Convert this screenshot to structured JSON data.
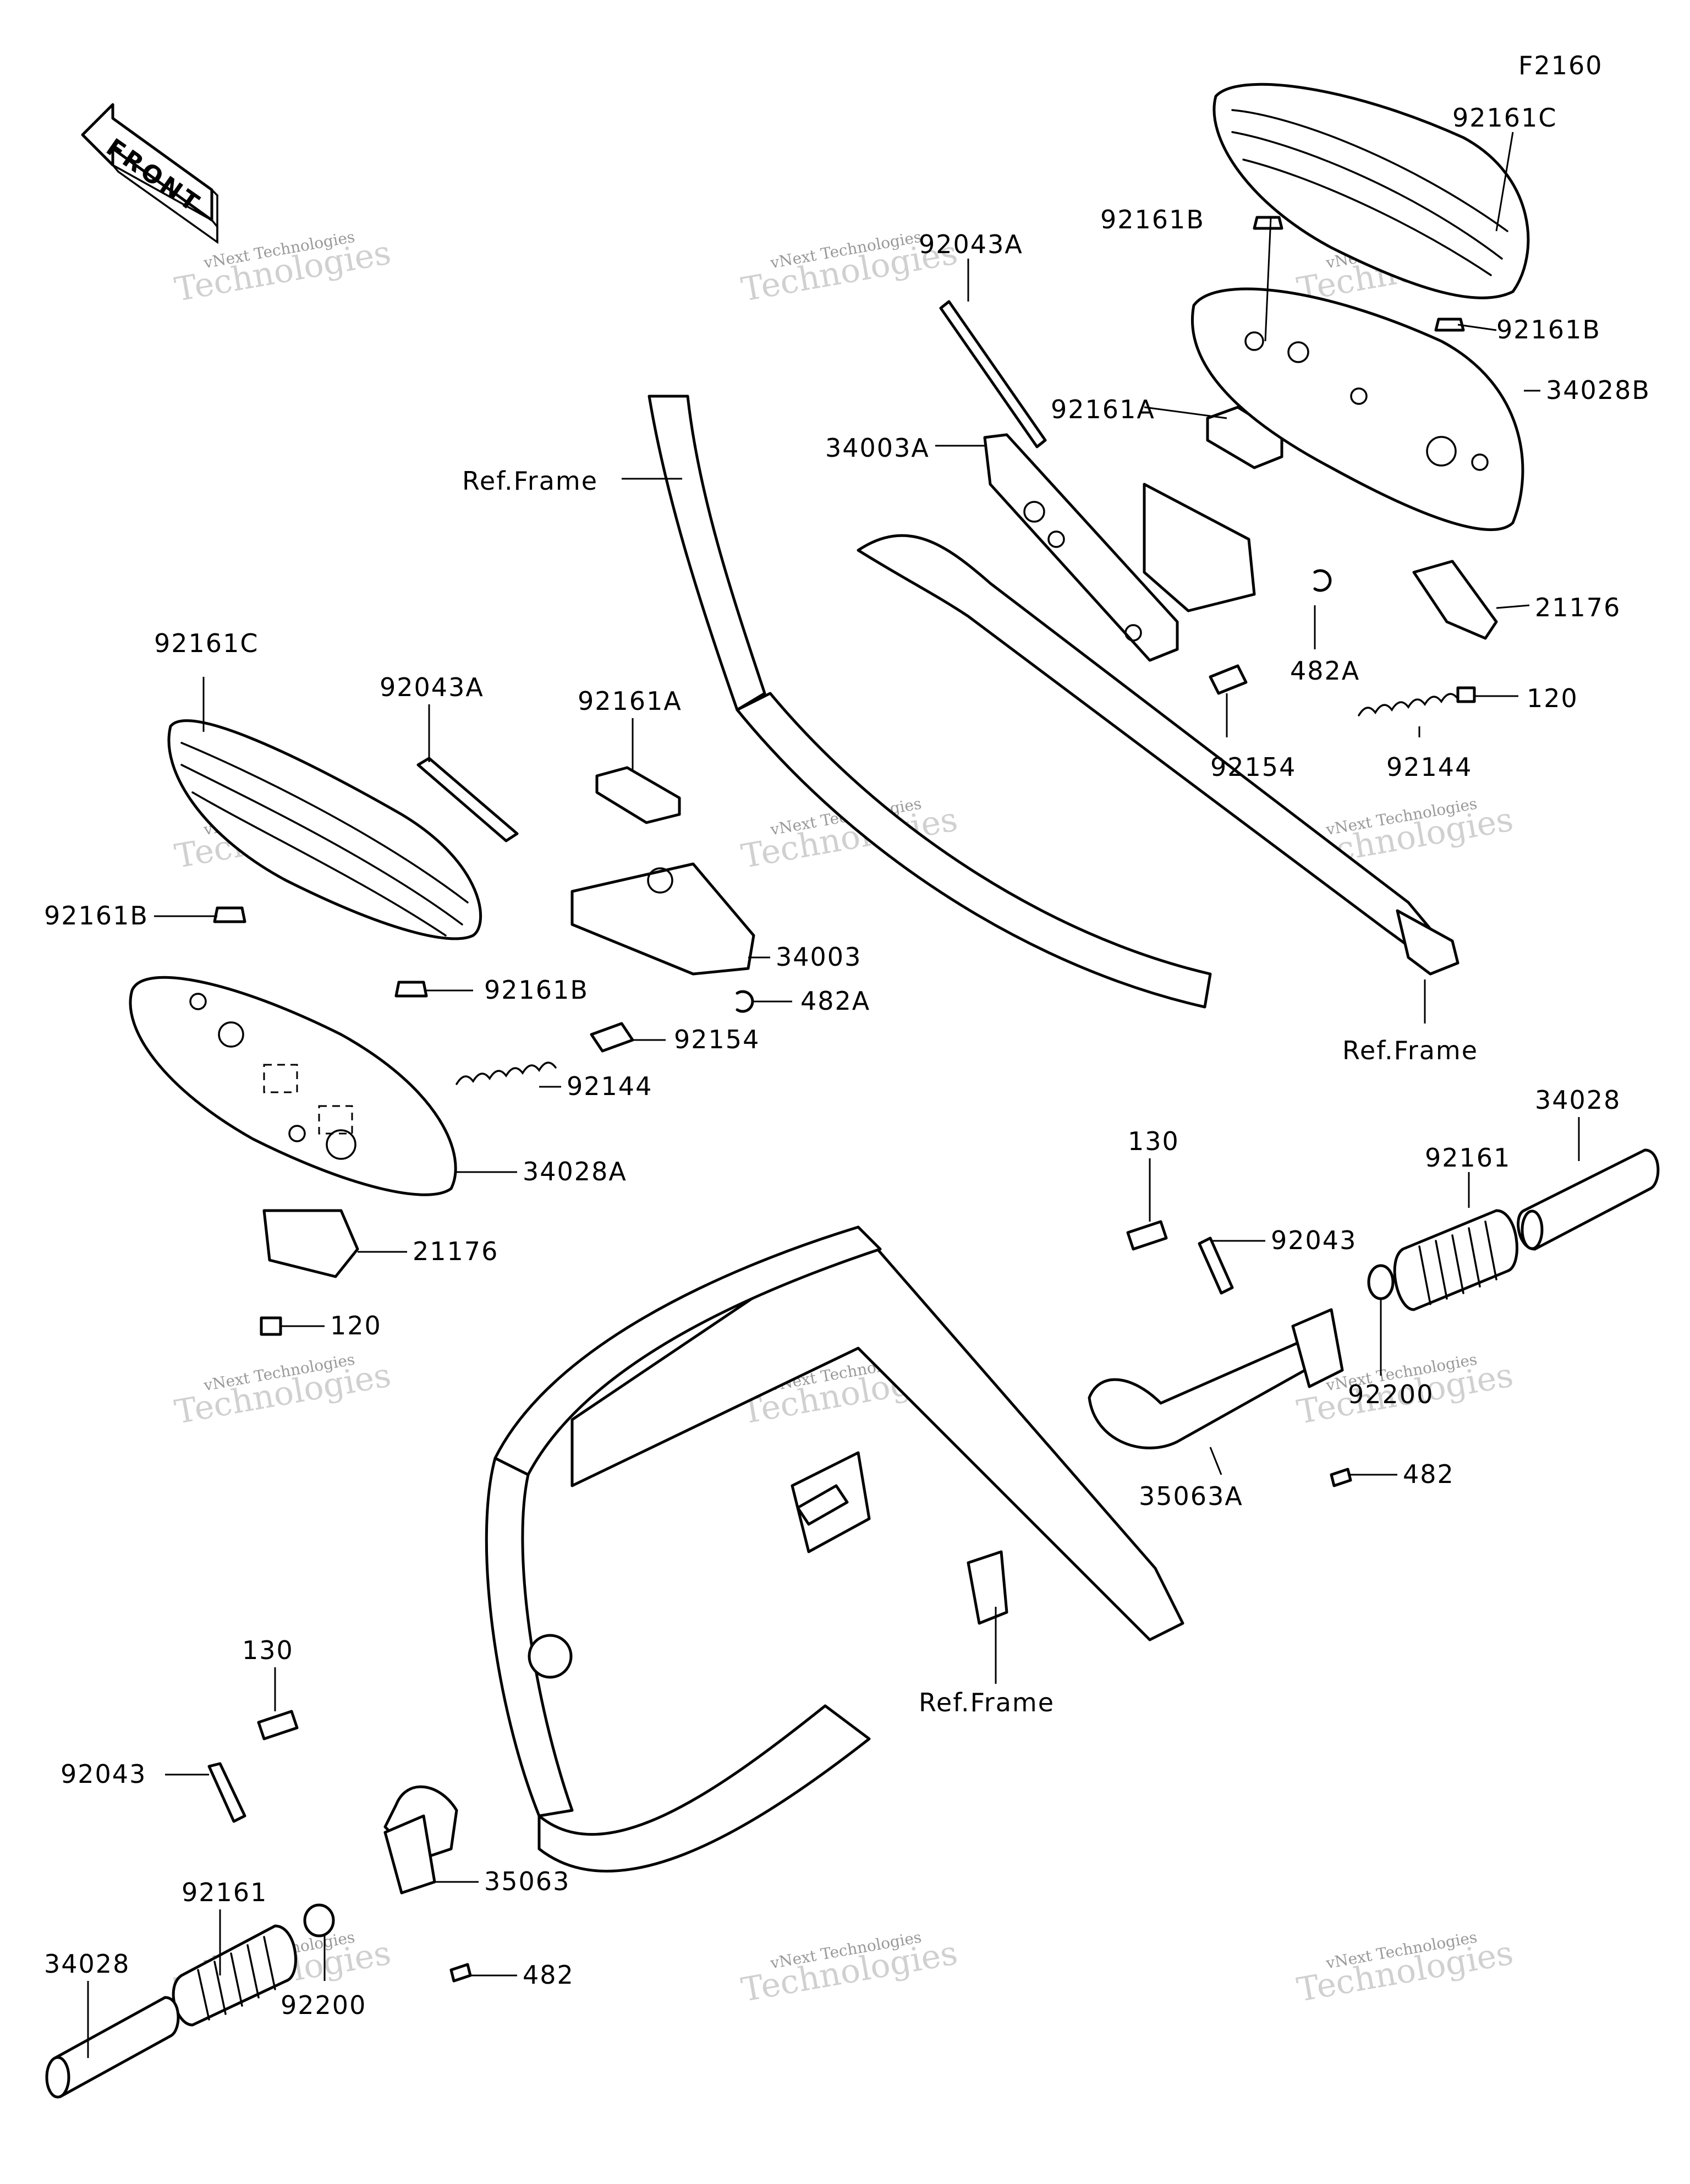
{
  "figure_code": "F2160",
  "front_arrow": {
    "text": "FRONT",
    "icon": "front-direction-arrow-icon"
  },
  "watermark": {
    "line1": "vNext Technologies",
    "line2": "Technologies",
    "corner": "vNext"
  },
  "labels": {
    "top_92043A": "92043A",
    "top_92161C": "92161C",
    "top_92161B_a": "92161B",
    "top_92161B_b": "92161B",
    "top_34028B": "34028B",
    "top_92161A": "92161A",
    "top_34003A": "34003A",
    "top_ref_frame_1": "Ref.Frame",
    "top_21176": "21176",
    "top_482A": "482A",
    "top_120": "120",
    "top_92154": "92154",
    "top_92144": "92144",
    "top_ref_frame_2": "Ref.Frame",
    "left_92161C": "92161C",
    "left_92043A": "92043A",
    "left_92161A": "92161A",
    "left_92161B_a": "92161B",
    "left_92161B_b": "92161B",
    "left_34003": "34003",
    "left_482A": "482A",
    "left_92154": "92154",
    "left_92144": "92144",
    "left_34028A": "34028A",
    "left_21176": "21176",
    "left_120": "120",
    "right_130": "130",
    "right_92043": "92043",
    "right_92161": "92161",
    "right_34028": "34028",
    "right_92200": "92200",
    "right_482": "482",
    "right_35063A": "35063A",
    "mid_ref_frame": "Ref.Frame",
    "low_130": "130",
    "low_92043": "92043",
    "low_92161": "92161",
    "low_35063": "35063",
    "low_34028": "34028",
    "low_482": "482",
    "low_92200": "92200"
  }
}
